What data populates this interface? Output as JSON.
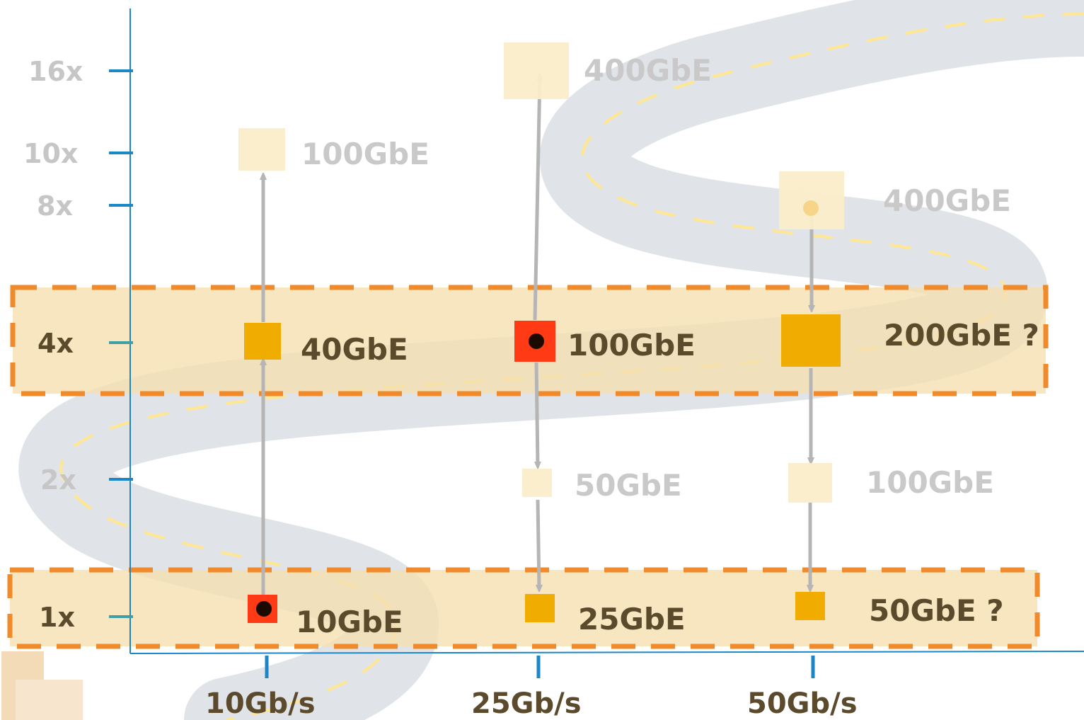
{
  "colors": {
    "axis": "#1d86c6",
    "tick_teal": "#3f9fa4",
    "band_fill": "#f6dfb0",
    "band_border": "#f08a2a",
    "active_fill": "#f0ad00",
    "faded_fill": "#fbedc9",
    "current_fill": "#ff3a14",
    "arrow": "#b5b5b5",
    "label_active": "#5c4a2c",
    "label_faded": "#c9c9c9",
    "label_axis_dim": "#c6c6c6",
    "road": "#dde2e6",
    "road_dash": "#ffe486"
  },
  "y_axis": {
    "ticks": [
      {
        "label": "16x",
        "value": 16,
        "dim": true
      },
      {
        "label": "10x",
        "value": 10,
        "dim": true
      },
      {
        "label": "8x",
        "value": 8,
        "dim": true
      },
      {
        "label": "4x",
        "value": 4,
        "dim": false
      },
      {
        "label": "2x",
        "value": 2,
        "dim": true
      },
      {
        "label": "1x",
        "value": 1,
        "dim": false
      }
    ]
  },
  "x_axis": {
    "ticks": [
      {
        "label": "10Gb/s"
      },
      {
        "label": "25Gb/s"
      },
      {
        "label": "50Gb/s"
      }
    ]
  },
  "bands": [
    {
      "multiplier": "4x"
    },
    {
      "multiplier": "1x"
    }
  ],
  "nodes": [
    {
      "id": "n10-1",
      "lane": "10Gb/s",
      "multiplier": "1x",
      "label": "10GbE",
      "state": "current"
    },
    {
      "id": "n10-4",
      "lane": "10Gb/s",
      "multiplier": "4x",
      "label": "40GbE",
      "state": "active"
    },
    {
      "id": "n10-10",
      "lane": "10Gb/s",
      "multiplier": "10x",
      "label": "100GbE",
      "state": "faded"
    },
    {
      "id": "n25-1",
      "lane": "25Gb/s",
      "multiplier": "1x",
      "label": "25GbE",
      "state": "active"
    },
    {
      "id": "n25-2",
      "lane": "25Gb/s",
      "multiplier": "2x",
      "label": "50GbE",
      "state": "faded"
    },
    {
      "id": "n25-4",
      "lane": "25Gb/s",
      "multiplier": "4x",
      "label": "100GbE",
      "state": "current"
    },
    {
      "id": "n25-16",
      "lane": "25Gb/s",
      "multiplier": "16x",
      "label": "400GbE",
      "state": "faded"
    },
    {
      "id": "n50-1",
      "lane": "50Gb/s",
      "multiplier": "1x",
      "label": "50GbE ?",
      "state": "active"
    },
    {
      "id": "n50-2",
      "lane": "50Gb/s",
      "multiplier": "2x",
      "label": "100GbE",
      "state": "faded"
    },
    {
      "id": "n50-4",
      "lane": "50Gb/s",
      "multiplier": "4x",
      "label": "200GbE ?",
      "state": "active"
    },
    {
      "id": "n50-8",
      "lane": "50Gb/s",
      "multiplier": "8x",
      "label": "400GbE",
      "state": "faded"
    }
  ],
  "arrows": [
    {
      "from": "n10-1",
      "to": "n10-4"
    },
    {
      "from": "n10-4",
      "to": "n10-10"
    },
    {
      "from": "n25-4",
      "to": "n25-16"
    },
    {
      "from": "n25-4",
      "to": "n25-2"
    },
    {
      "from": "n25-2",
      "to": "n25-1"
    },
    {
      "from": "n50-8",
      "to": "n50-4"
    },
    {
      "from": "n50-4",
      "to": "n50-2"
    },
    {
      "from": "n50-2",
      "to": "n50-1"
    }
  ]
}
